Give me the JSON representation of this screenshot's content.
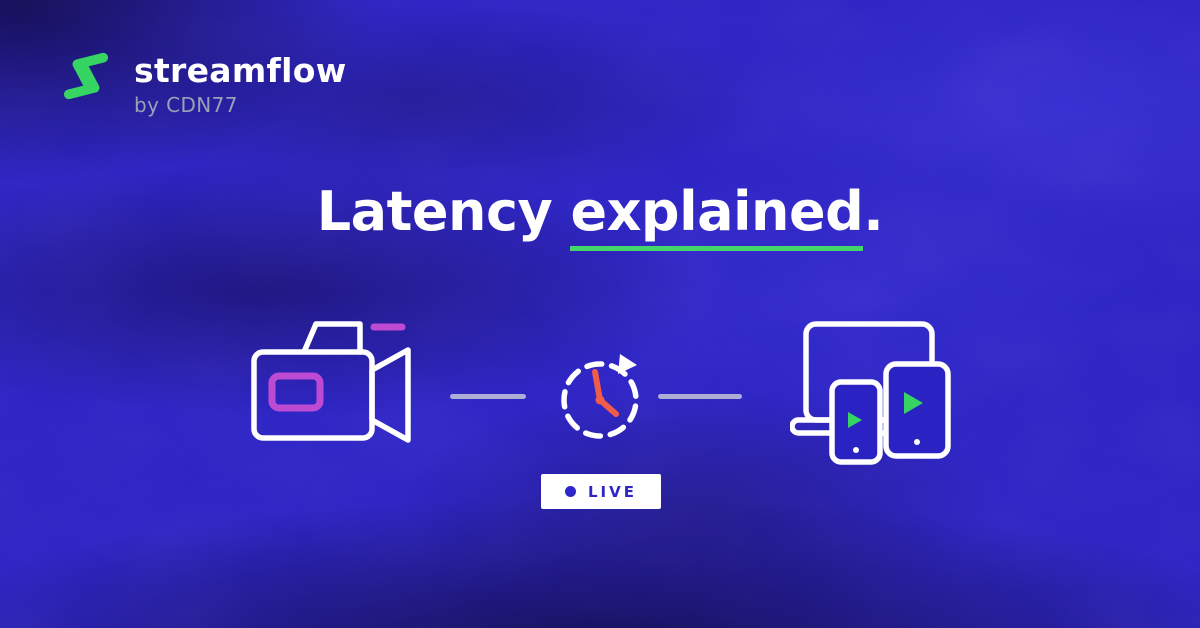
{
  "brand": {
    "name": "streamflow",
    "byline": "by CDN77"
  },
  "headline": {
    "pre": "Latency ",
    "underlined": "explained",
    "post": "."
  },
  "live_badge": {
    "label": "LIVE"
  },
  "icons": {
    "logo": "streamflow-mark",
    "camera": "video-camera-icon",
    "clock": "latency-timer-icon",
    "devices": "viewer-devices-icon",
    "live_dot": "live-dot"
  },
  "colors": {
    "background": "#2b22c3",
    "accent-green": "#35d463",
    "accent-purple": "#bd4ad2",
    "accent-orange": "#f05c49",
    "live-blue": "#2e25c8",
    "underline-green": "#45d66b",
    "byline-gray": "#99a0b8",
    "connector-gray": "#c3c6d8"
  }
}
